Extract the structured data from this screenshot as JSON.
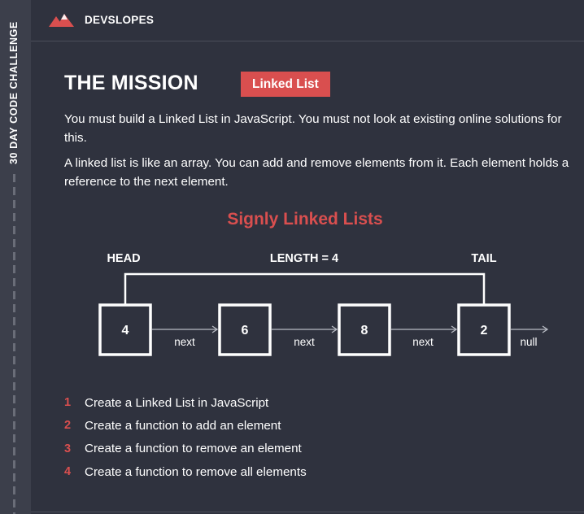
{
  "side_strip": {
    "label": "30 DAY CODE CHALLENGE"
  },
  "header": {
    "logo_icon": "mountain-logo-icon",
    "brand": "DEVSLOPES"
  },
  "mission": {
    "title": "THE MISSION",
    "badge": "Linked List",
    "paragraphs": [
      "You must build a Linked List in JavaScript. You must not look at existing online solutions for this.",
      "A linked list is like an array. You can add and remove elements from it. Each element holds a reference to the next element."
    ]
  },
  "diagram": {
    "title": "Signly Linked Lists",
    "head_label": "HEAD",
    "length_label": "LENGTH = 4",
    "tail_label": "TAIL",
    "nodes": [
      "4",
      "6",
      "8",
      "2"
    ],
    "link_label": "next",
    "end_label": "null"
  },
  "steps": [
    {
      "num": "1",
      "text": "Create a Linked List in JavaScript"
    },
    {
      "num": "2",
      "text": "Create a function to add an element"
    },
    {
      "num": "3",
      "text": "Create a function to remove an element"
    },
    {
      "num": "4",
      "text": "Create a function to remove all elements"
    }
  ],
  "colors": {
    "background": "#2f323e",
    "side_strip": "#3c3f4b",
    "accent": "#d94f4f",
    "text": "#ffffff"
  }
}
